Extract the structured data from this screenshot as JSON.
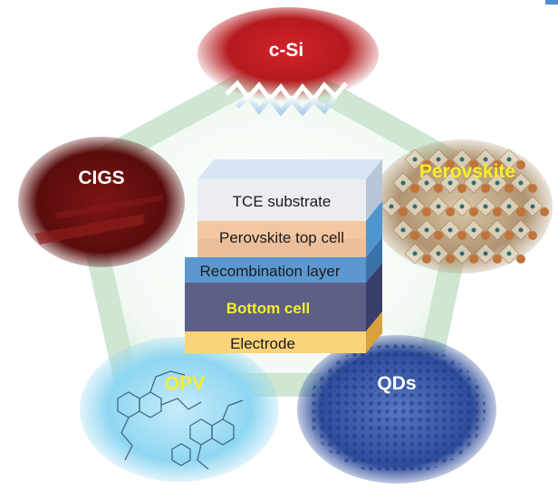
{
  "diagram": {
    "nodes": {
      "csi": {
        "label": "c-Si"
      },
      "cigs": {
        "label": "CIGS"
      },
      "perovskite": {
        "label": "Perovskite"
      },
      "opv": {
        "label": "OPV"
      },
      "qds": {
        "label": "QDs"
      }
    },
    "stack": {
      "tce": "TCE substrate",
      "perovskite_top": "Perovskite top cell",
      "recombination": "Recombination layer",
      "bottom": "Bottom cell",
      "electrode": "Electrode"
    }
  },
  "colors": {
    "pentagon": "#d4ecd7",
    "csi": "#b81a1e",
    "cigs": "#6a1010",
    "perovskite": "#b8a485",
    "opv": "#8fd6f2",
    "qds": "#3d5fb0",
    "label_yellow": "#f6ee2a"
  }
}
